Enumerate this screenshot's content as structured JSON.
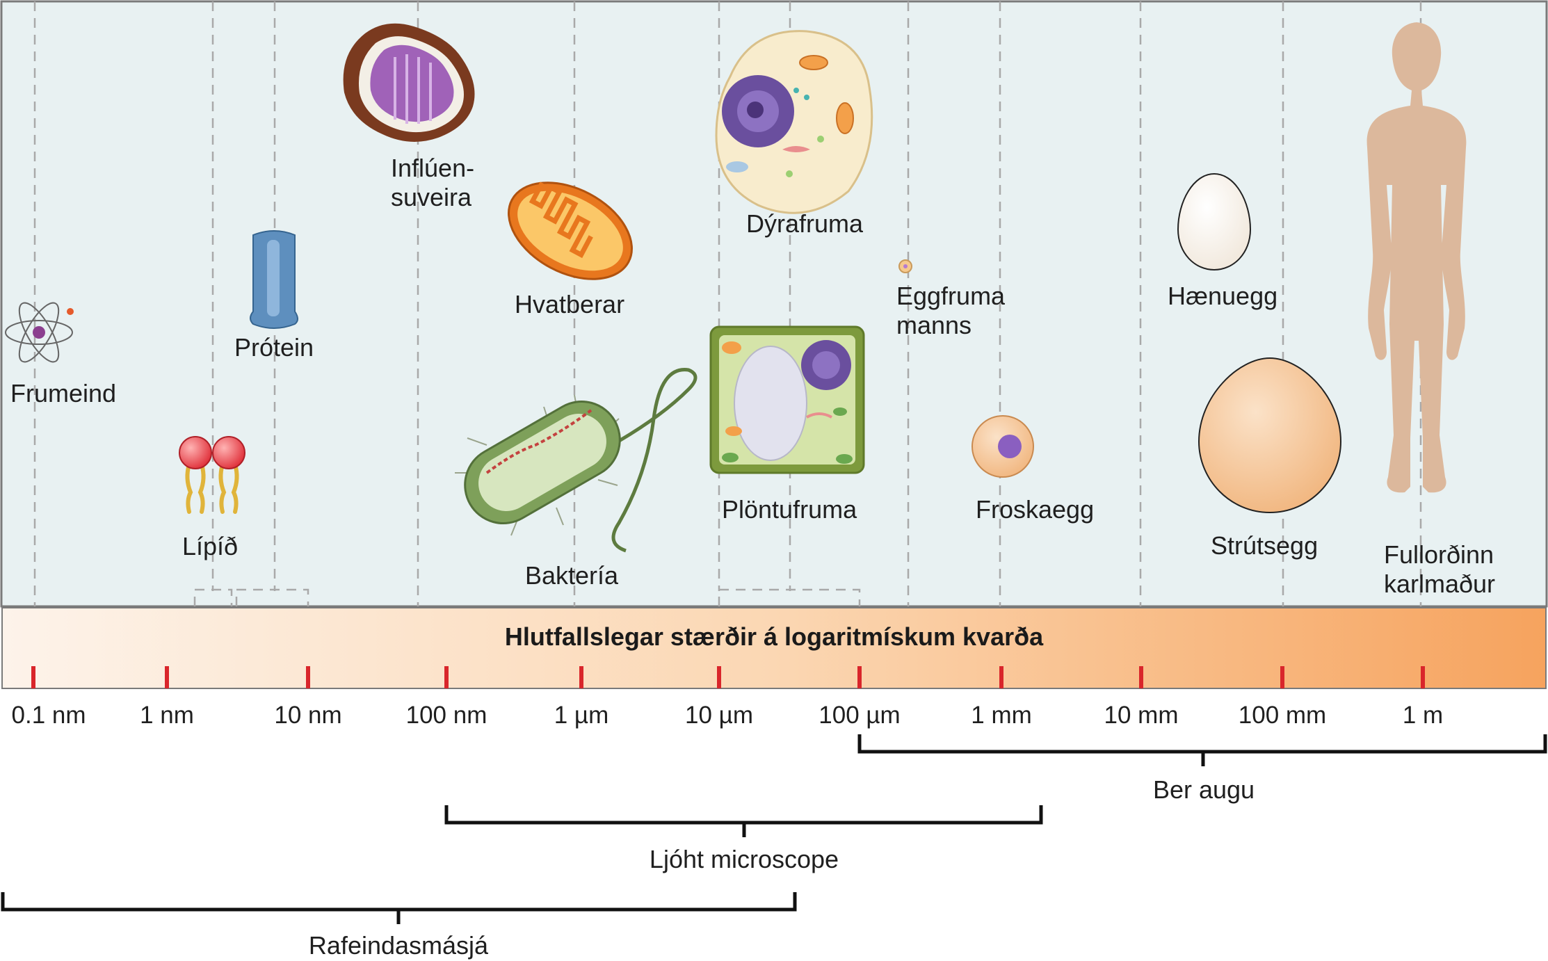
{
  "title": "Hlutfallslegar stærðir á logaritmískum kvarða",
  "scale_ticks": [
    "0.1 nm",
    "1 nm",
    "10 nm",
    "100 nm",
    "1 µm",
    "10 µm",
    "100 µm",
    "1 mm",
    "10 mm",
    "100 mm",
    "1 m"
  ],
  "objects": {
    "atom": "Frumeind",
    "lipid": "Lípíð",
    "protein": "Prótein",
    "flu_line1": "Inflúen-",
    "flu_line2": "suveira",
    "mitochondria": "Hvatberar",
    "bacteria": "Baktería",
    "animal_cell": "Dýrafruma",
    "plant_cell": "Plöntufruma",
    "human_egg_line1": "Eggfruma",
    "human_egg_line2": "manns",
    "frog_egg": "Froskaegg",
    "chicken_egg": "Hænuegg",
    "ostrich_egg": "Strútsegg",
    "adult_line1": "Fullorðinn",
    "adult_line2": "karlmaður"
  },
  "ranges": {
    "naked_eye": "Ber augu",
    "light_microscope": "Ljóht microscope",
    "electron_microscope": "Rafeindasmásjá"
  },
  "colors": {
    "panel_bg": "#e8f1f2",
    "bar_start": "#fdf1e6",
    "bar_end": "#f7a866",
    "tick_mark": "#d9262b"
  }
}
